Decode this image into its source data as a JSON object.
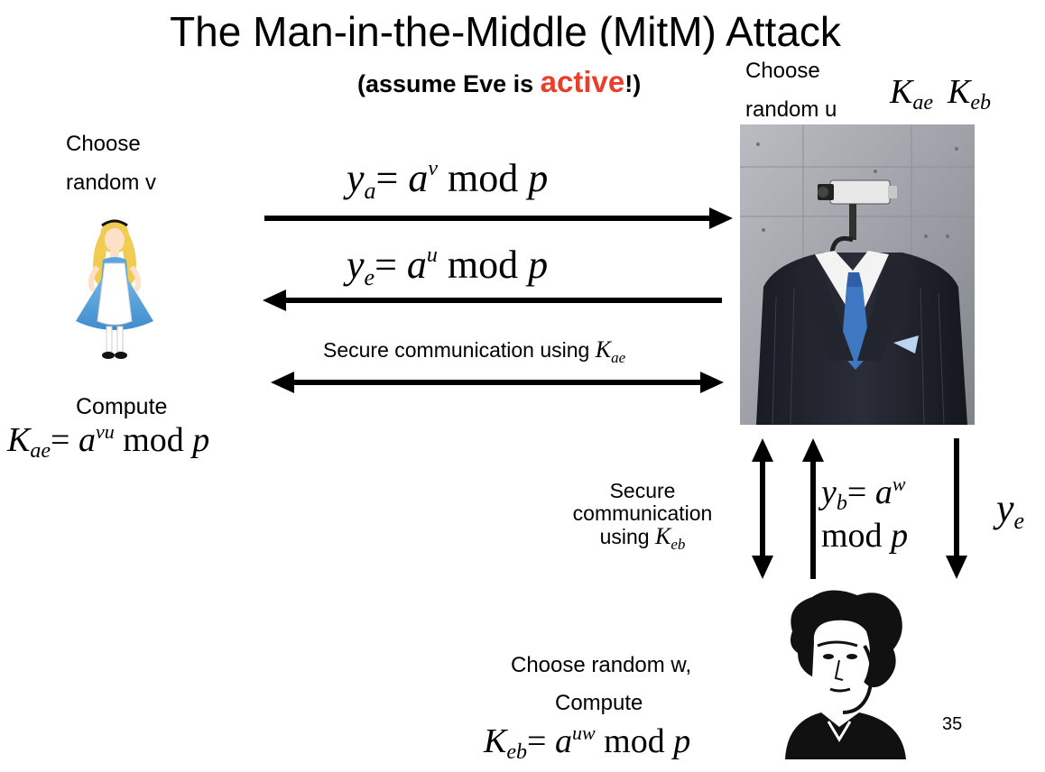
{
  "title": "The Man-in-the-Middle (MitM) Attack",
  "subtitle": {
    "prefix": "(assume Eve is ",
    "highlight": "active",
    "suffix": "!)",
    "highlight_color": "#e8402a"
  },
  "eve": {
    "choose_line1": "Choose",
    "choose_line2": "random u",
    "keys": {
      "k1": "K",
      "k1_sub": "ae",
      "k2": "K",
      "k2_sub": "eb"
    }
  },
  "alice": {
    "choose_line1": "Choose",
    "choose_line2": "random v",
    "compute_label": "Compute",
    "key_formula": {
      "K": "K",
      "sub": "ae",
      "eq": "= ",
      "a": "a",
      "exp": "vu",
      "mod": " mod ",
      "p": "p"
    }
  },
  "messages": {
    "ya": {
      "y": "y",
      "sub": "a",
      "eq": "= ",
      "a": "a",
      "exp": "v",
      "mod": " mod ",
      "p": "p"
    },
    "ye": {
      "y": "y",
      "sub": "e",
      "eq": "= ",
      "a": "a",
      "exp": "u",
      "mod": " mod ",
      "p": "p"
    },
    "secure_ae": {
      "text": "Secure communication using ",
      "K": "K",
      "sub": "ae"
    },
    "secure_eb": {
      "line1": "Secure",
      "line2": "communication",
      "line3": "using ",
      "K": "K",
      "sub": "eb"
    },
    "yb": {
      "y": "y",
      "sub": "b",
      "eq": "= ",
      "a": "a",
      "exp": "w",
      "line2_mod": "mod ",
      "p": "p"
    },
    "ye_down": {
      "y": "y",
      "sub": "e"
    }
  },
  "bob": {
    "choose_line": "Choose random w,",
    "compute_label": "Compute",
    "key_formula": {
      "K": "K",
      "sub": "eb",
      "eq": "= ",
      "a": "a",
      "exp": "uw",
      "mod": " mod ",
      "p": "p"
    }
  },
  "slide_number": "35",
  "icons": [
    "alice-figure",
    "eve-camera-suit-photo",
    "bob-portrait"
  ]
}
